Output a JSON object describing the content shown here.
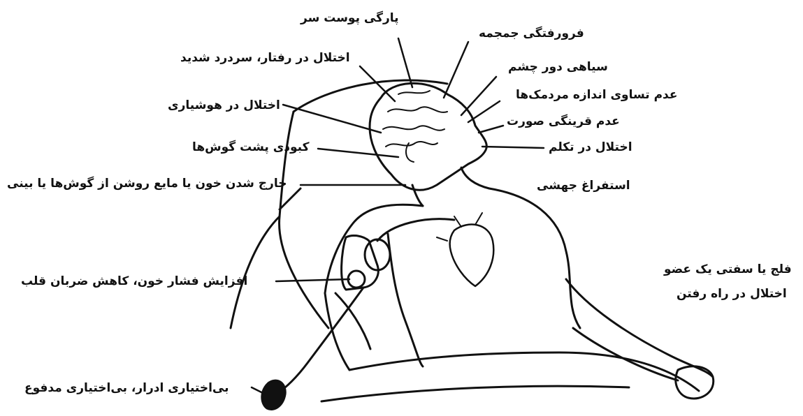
{
  "labels": {
    "scalp_laceration": "پارگی پوست سر",
    "skull_depression": "فرورفتگی جمجمه",
    "behavior_headache": "اختلال در رفتار، سردرد شدید",
    "raccoon_eyes": "سیاهی دور چشم",
    "unequal_pupils": "عدم تساوی اندازه مردمک‌ها",
    "consciousness": "اختلال در هوشیاری",
    "facial_asymmetry": "عدم قرینگی صورت",
    "bruise_behind_ears": "کبودی پشت گوش‌ها",
    "speech_disorder": "اختلال در تکلم",
    "fluid_from_ears_nose": "خارج شدن خون یا مایع روشن از گوش‌ها یا بینی",
    "projectile_vomiting": "استفراغ جهشی",
    "bp_heart_rate": "افزایش فشار خون، کاهش ضربان قلب",
    "paralysis": "فلج یا سفتی یک عضو",
    "gait_disorder": "اختلال در راه رفتن",
    "incontinence": "بی‌اختیاری ادرار، بی‌اختیاری مدفوع"
  }
}
